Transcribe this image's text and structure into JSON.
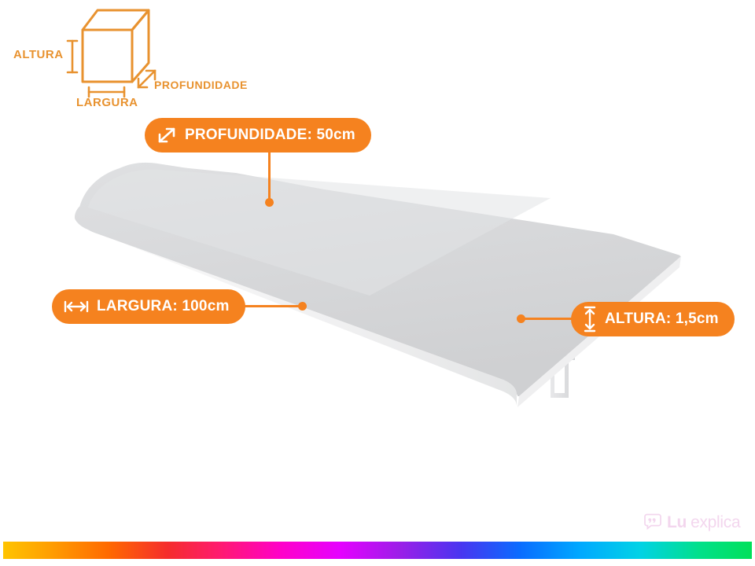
{
  "legend": {
    "altura_label": "ALTURA",
    "largura_label": "LARGURA",
    "profundidade_label": "PROFUNDIDADE",
    "icon_cube": "cube-wireframe-icon",
    "color": "#E8922F"
  },
  "callouts": {
    "profundidade": {
      "text": "PROFUNDIDADE: 50cm",
      "icon": "diagonal-double-arrow-icon"
    },
    "largura": {
      "text": "LARGURA: 100cm",
      "icon": "horizontal-double-arrow-icon"
    },
    "altura": {
      "text": "ALTURA: 1,5cm",
      "icon": "vertical-double-arrow-icon"
    }
  },
  "product": {
    "name": "shelf-board-3d",
    "description": "Prateleira / tampo retangular branco em perspectiva",
    "surface_color": "#D8D9DB",
    "edge_color": "#F2F2F3"
  },
  "brand": {
    "lu": "Lu",
    "explica": "explica",
    "icon": "speech-bubble-quote-icon",
    "color": "#F3D6EE"
  },
  "theme": {
    "accent": "#F5821F",
    "legend_accent": "#E8922F",
    "background": "#FFFFFF"
  }
}
